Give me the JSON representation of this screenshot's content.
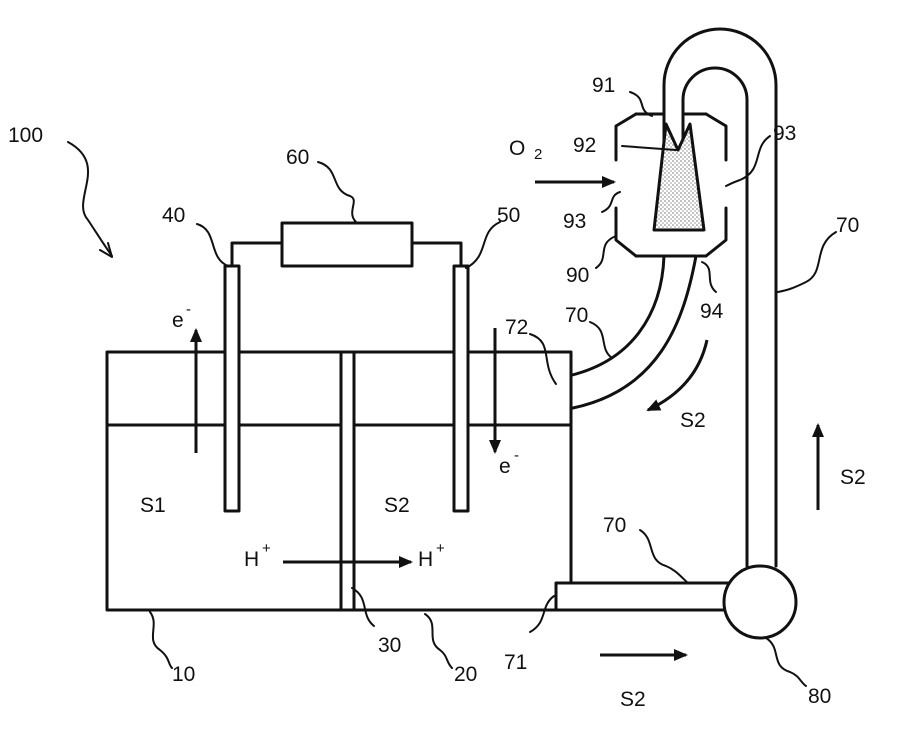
{
  "labels": {
    "system": "100",
    "tank_left": "10",
    "tank_right": "20",
    "membrane": "30",
    "electrode_left": "40",
    "electrode_right": "50",
    "load": "60",
    "pipe_top": "70",
    "pipe_right": "70",
    "pipe_bottom": "70",
    "outlet": "71",
    "inlet": "72",
    "pump": "80",
    "reactor": "90",
    "reactor_top": "91",
    "catalyst_tip": "92",
    "chamber_left": "93",
    "chamber_right": "93",
    "reactor_outlet": "94"
  },
  "text": {
    "s1": "S1",
    "s2_tank": "S2",
    "h_left": "H",
    "h_right": "H",
    "h_sup": "+",
    "e_left": "e",
    "e_right": "e",
    "e_sup": "-",
    "o2": "O",
    "o2_sub": "2",
    "s2_curve": "S2",
    "s2_up": "S2",
    "s2_bottom": "S2"
  },
  "colors": {
    "stroke": "#111111",
    "catalyst_fill": "#e6e6e6",
    "background": "#ffffff"
  }
}
